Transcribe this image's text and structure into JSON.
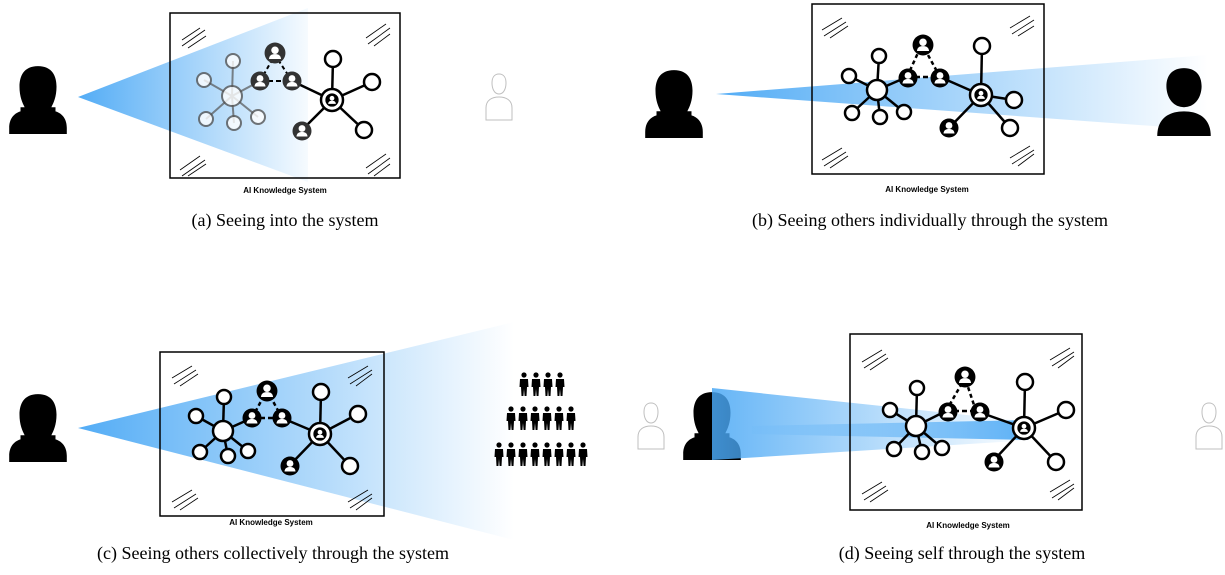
{
  "system_label": "AI Knowledge System",
  "captions": {
    "a": "(a) Seeing into the system",
    "b": "(b) Seeing others individually through the system",
    "c": "(c) Seeing others collectively through the system",
    "d": "(d) Seeing self through the system"
  },
  "colors": {
    "beam": "#4aa8f5",
    "ink": "#000000",
    "faded": "#c8c8c8"
  },
  "icons": [
    "person-icon",
    "group-icon",
    "network-graph",
    "glass-pane"
  ]
}
